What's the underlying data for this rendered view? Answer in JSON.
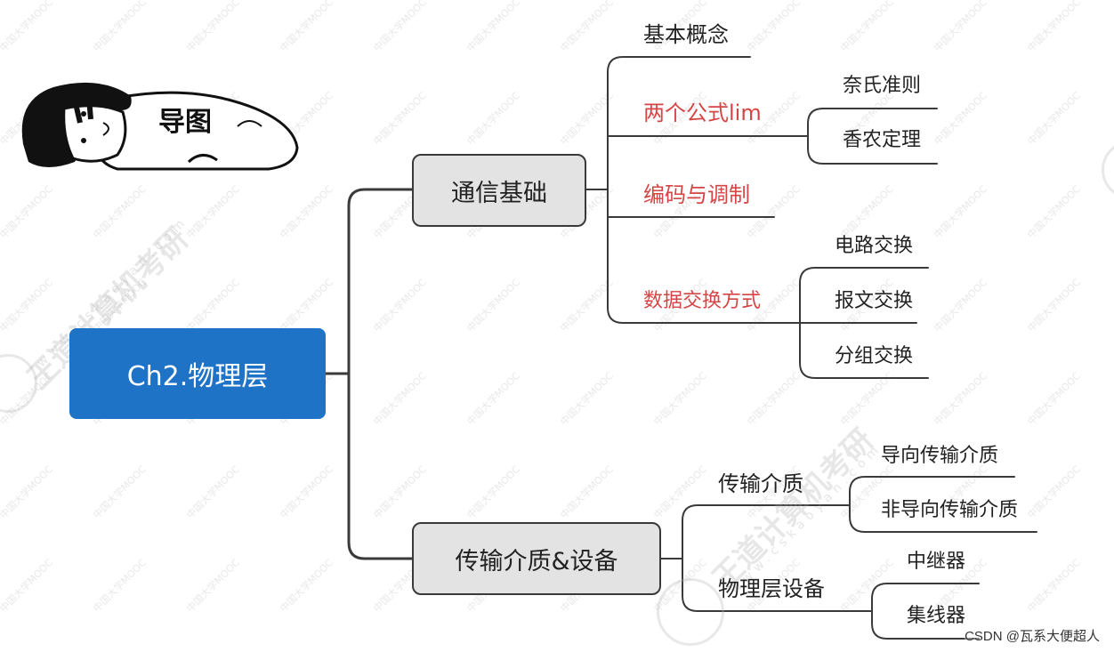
{
  "root": {
    "label": "Ch2.物理层"
  },
  "sticker": {
    "label": "导图"
  },
  "branches": {
    "comm": {
      "label": "通信基础",
      "children": {
        "basic": "基本概念",
        "formulas": "两个公式lim",
        "nyquist": "奈氏准则",
        "shannon": "香农定理",
        "coding": "编码与调制",
        "switching": "数据交换方式",
        "circuit": "电路交换",
        "message": "报文交换",
        "packet": "分组交换"
      }
    },
    "trans": {
      "label": "传输介质&设备",
      "children": {
        "media": "传输介质",
        "guided": "导向传输介质",
        "unguided": "非导向传输介质",
        "devices": "物理层设备",
        "repeater": "中继器",
        "hub": "集线器"
      }
    }
  },
  "watermarks": {
    "brand": "王道计算机考研",
    "domain": "www.cskaoyan.com",
    "mooc": "中国大学MOOC"
  },
  "credit": "CSDN @瓦系大便超人",
  "colors": {
    "root_fill": "#1f73c6",
    "branch_fill": "#e3e3e3",
    "highlight_text": "#d64545",
    "line": "#3a3a3a"
  }
}
